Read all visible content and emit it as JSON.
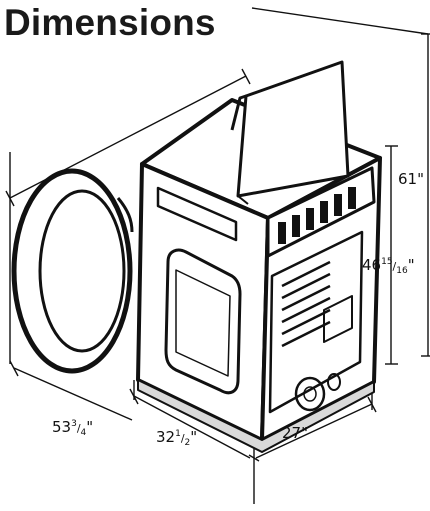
{
  "title": "Dimensions",
  "dimensions": {
    "height_lid_open": {
      "whole": "61",
      "unit": "\""
    },
    "height": {
      "whole": "46",
      "num": "15",
      "den": "16",
      "unit": "\""
    },
    "depth_door_open": {
      "whole": "53",
      "num": "3",
      "den": "4",
      "unit": "\""
    },
    "depth": {
      "whole": "32",
      "num": "1",
      "den": "2",
      "unit": "\""
    },
    "width": {
      "whole": "27",
      "unit": "\""
    }
  },
  "colors": {
    "line": "#111111",
    "body": "#ffffff",
    "shade": "#d9d9d9"
  }
}
